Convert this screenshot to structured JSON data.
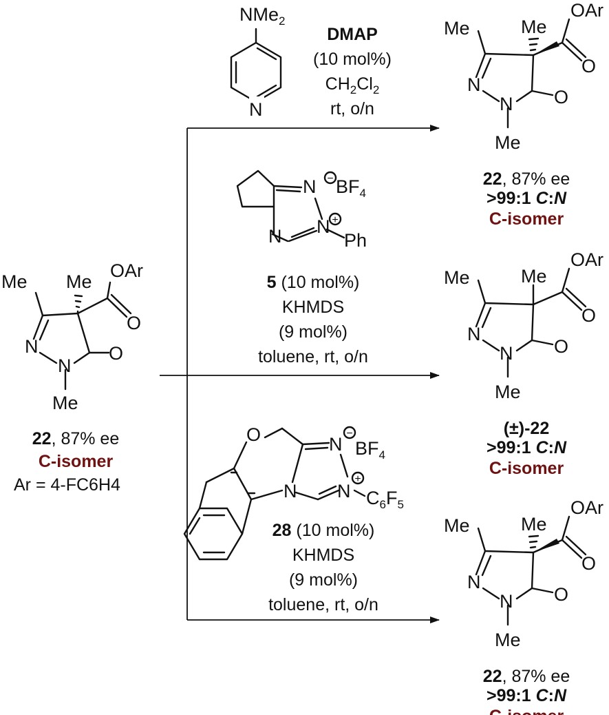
{
  "scheme": {
    "substrate": {
      "compound": "22",
      "ee": ", 87% ee",
      "isomer": "C-isomer",
      "ar_def": "Ar = 4-FC6H4",
      "atoms": {
        "me_top": "Me",
        "oar": "OAr",
        "me_quat": "Me",
        "o": "O",
        "n1": "N",
        "n2": "N",
        "me_n": "Me"
      }
    },
    "conditions": [
      {
        "catalyst": "DMAP",
        "loading": "(10 mol%)",
        "solvent": "CH2Cl2",
        "time": "rt, o/n",
        "atoms": {
          "nme2": "NMe2",
          "n_ring": "N"
        }
      },
      {
        "catalyst": "5",
        "loading": " (10 mol%)",
        "base": "KHMDS",
        "base_loading": "(9 mol%)",
        "time": "toluene, rt, o/n",
        "atoms": {
          "bf4": "BF4",
          "n_a": "N",
          "n_b": "N",
          "n_c": "N",
          "ph": "Ph",
          "minus": "−",
          "plus": "+"
        }
      },
      {
        "catalyst": "28",
        "loading": " (10 mol%)",
        "base": "KHMDS",
        "base_loading": "(9 mol%)",
        "time": "toluene, rt, o/n",
        "atoms": {
          "bf4": "BF4",
          "o": "O",
          "n_a": "N",
          "n_b": "N",
          "n_c": "N",
          "c6f5": "C6F5",
          "minus": "−",
          "plus": "+"
        }
      }
    ],
    "products": [
      {
        "label": "22",
        "ee": ", 87% ee",
        "ratio": ">99:1 C:N",
        "isomer": "C-isomer"
      },
      {
        "label": "(±)-22",
        "ee": "",
        "ratio": ">99:1 C:N",
        "isomer": "C-isomer"
      },
      {
        "label": "22",
        "ee": ", 87% ee",
        "ratio": ">99:1 C:N",
        "isomer": "C-isomer"
      }
    ],
    "product_atoms": {
      "me_top": "Me",
      "oar": "OAr",
      "me_quat": "Me",
      "o": "O",
      "n1": "N",
      "n2": "N",
      "me_n": "Me"
    }
  }
}
